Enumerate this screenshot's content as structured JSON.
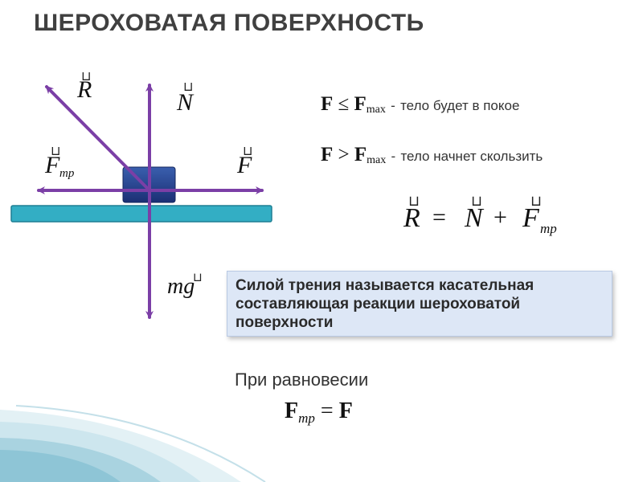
{
  "title": "ШЕРОХОВАТАЯ ПОВЕРХНОСТЬ",
  "diagram": {
    "labels": {
      "reaction": "R",
      "normal": "N",
      "friction": "F",
      "friction_sub": "тр",
      "applied": "F",
      "gravity": "mg",
      "vector_mark": "⊔"
    },
    "colors": {
      "arrow": "#7b3fa6",
      "block_top": "#3a5fae",
      "block_bottom": "#1b2f74",
      "surface": "#33aec4",
      "surface_border": "#1e7f93"
    }
  },
  "conditions": [
    {
      "lhs": "F",
      "op": "≤",
      "rhs": "F",
      "rhs_sub": "max",
      "dash": "-",
      "text": "тело будет в покое"
    },
    {
      "lhs": "F",
      "op": ">",
      "rhs": "F",
      "rhs_sub": "max",
      "dash": "-",
      "text": "тело начнет скользить"
    }
  ],
  "vector_equation": {
    "R": "R",
    "eq": "=",
    "N": "N",
    "plus": "+",
    "F": "F",
    "F_sub": "тр",
    "mark": "⊔"
  },
  "definition": "Силой трения называется касательная составляющая реакции шероховатой поверхности",
  "equilibrium": {
    "label": "При равновесии",
    "lhs": "F",
    "lhs_sub": "тр",
    "op": "=",
    "rhs": "F"
  }
}
